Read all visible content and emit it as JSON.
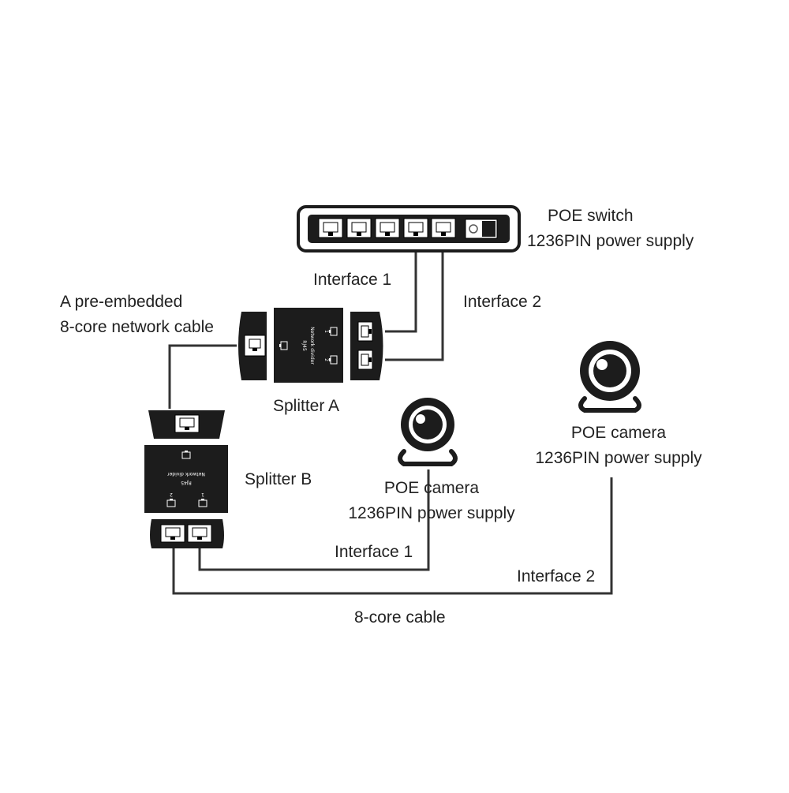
{
  "labels": {
    "poe_switch": {
      "line1": "POE switch",
      "line2": "1236PIN power supply"
    },
    "switch_interface_1": "Interface 1",
    "switch_interface_2": "Interface 2",
    "pre_embedded_cable": {
      "line1": "A pre-embedded",
      "line2": "8-core network cable"
    },
    "splitter_a": "Splitter A",
    "splitter_b": "Splitter B",
    "camera_right": {
      "line1": "POE camera",
      "line2": "1236PIN power supply"
    },
    "camera_center": {
      "line1": "POE camera",
      "line2": "1236PIN power supply"
    },
    "splitter_interface_1": "Interface 1",
    "splitter_interface_2": "Interface 2",
    "bottom_cable": "8-core cable"
  },
  "splitter_markings": {
    "brand": "RJ45",
    "product": "Network divider",
    "port_1": "1",
    "port_2": "2"
  },
  "colors": {
    "device_fill": "#1c1c1c",
    "wire": "#333333",
    "port": "#ffffff"
  }
}
